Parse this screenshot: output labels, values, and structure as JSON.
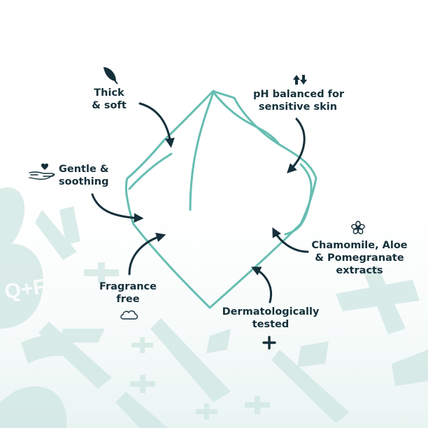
{
  "colors": {
    "ink": "#15303a",
    "wipe_outline": "#66bdb1",
    "background_pattern": "#cfe6e2",
    "background": "#ffffff"
  },
  "icons": {
    "thick_soft": "feather-icon",
    "ph_balanced": "up-down-arrows-icon",
    "gentle_soothing": "hand-heart-icon",
    "extracts": "flower-icon",
    "fragrance_free": "cloud-icon",
    "dermatologically_tested": "plus-icon"
  },
  "background_mark": "Q+F",
  "features": {
    "thick_soft": [
      "Thick",
      "& soft"
    ],
    "ph_balanced": [
      "pH balanced for",
      "sensitive skin"
    ],
    "gentle_soothing": [
      "Gentle &",
      "soothing"
    ],
    "extracts": [
      "Chamomile, Aloe",
      "& Pomegranate",
      "extracts"
    ],
    "fragrance_free": [
      "Fragrance",
      "free"
    ],
    "dermatologically_tested": [
      "Dermatologically",
      "tested"
    ]
  }
}
